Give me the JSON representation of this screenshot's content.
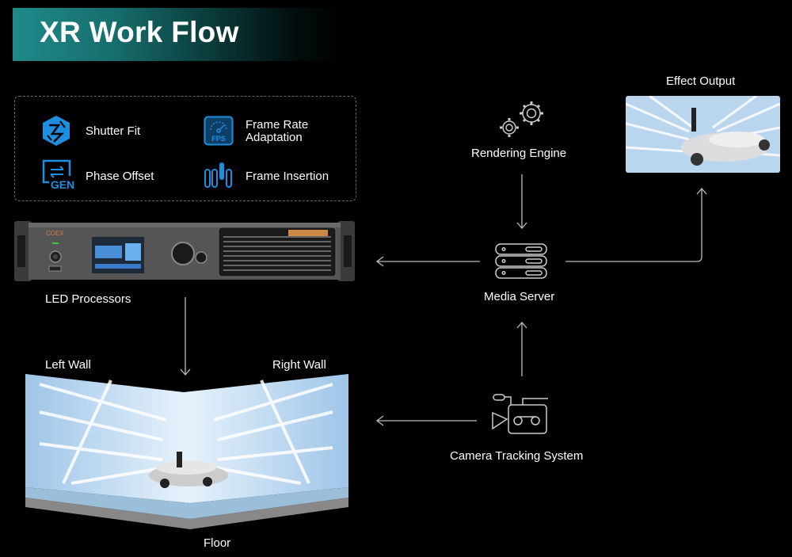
{
  "title": "XR Work Flow",
  "features": [
    {
      "label": "Shutter Fit",
      "icon": "shutter-fit-icon"
    },
    {
      "label": "Frame Rate",
      "label2": "Adaptation",
      "icon": "fps-gauge-icon",
      "badge": "FPS"
    },
    {
      "label": "Phase Offset",
      "icon": "gen-phase-icon",
      "badge": "GEN"
    },
    {
      "label": "Frame Insertion",
      "icon": "frame-insertion-icon"
    }
  ],
  "nodes": {
    "led_processors": "LED Processors",
    "device_brand": "COEX",
    "rendering_engine": "Rendering Engine",
    "media_server": "Media Server",
    "effect_output": "Effect Output",
    "camera_tracking": "Camera Tracking System",
    "left_wall": "Left Wall",
    "right_wall": "Right Wall",
    "floor": "Floor"
  },
  "colors": {
    "accent_blue": "#1e8fe0",
    "title_teal": "#1e8a89",
    "line_gray": "#bbbbbb"
  }
}
